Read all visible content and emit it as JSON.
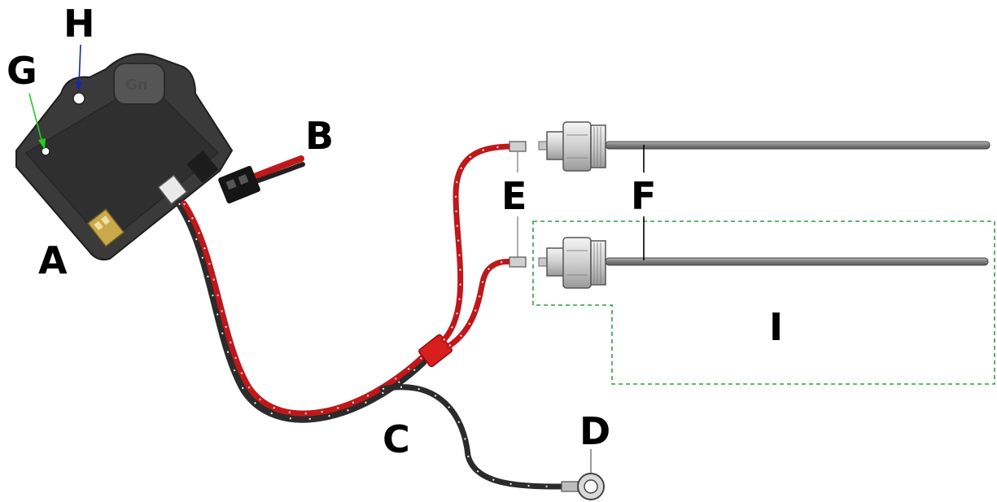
{
  "labels": {
    "A": "A",
    "B": "B",
    "C": "C",
    "D": "D",
    "E": "E",
    "F": "F",
    "G": "G",
    "H": "H",
    "I": "I"
  },
  "module_marking": "Gn",
  "colors": {
    "module_body": "#3c3c3c",
    "module_face": "#2e2e2e",
    "red_wire": "#c0171a",
    "black_wire": "#2b2b2b",
    "stripe": "#f2f2f2",
    "probe_rod": "#8c8c8c",
    "zone_outline": "#2e9e4a",
    "pointer_G": "#22cc22",
    "pointer_H": "#1a2a9a"
  }
}
